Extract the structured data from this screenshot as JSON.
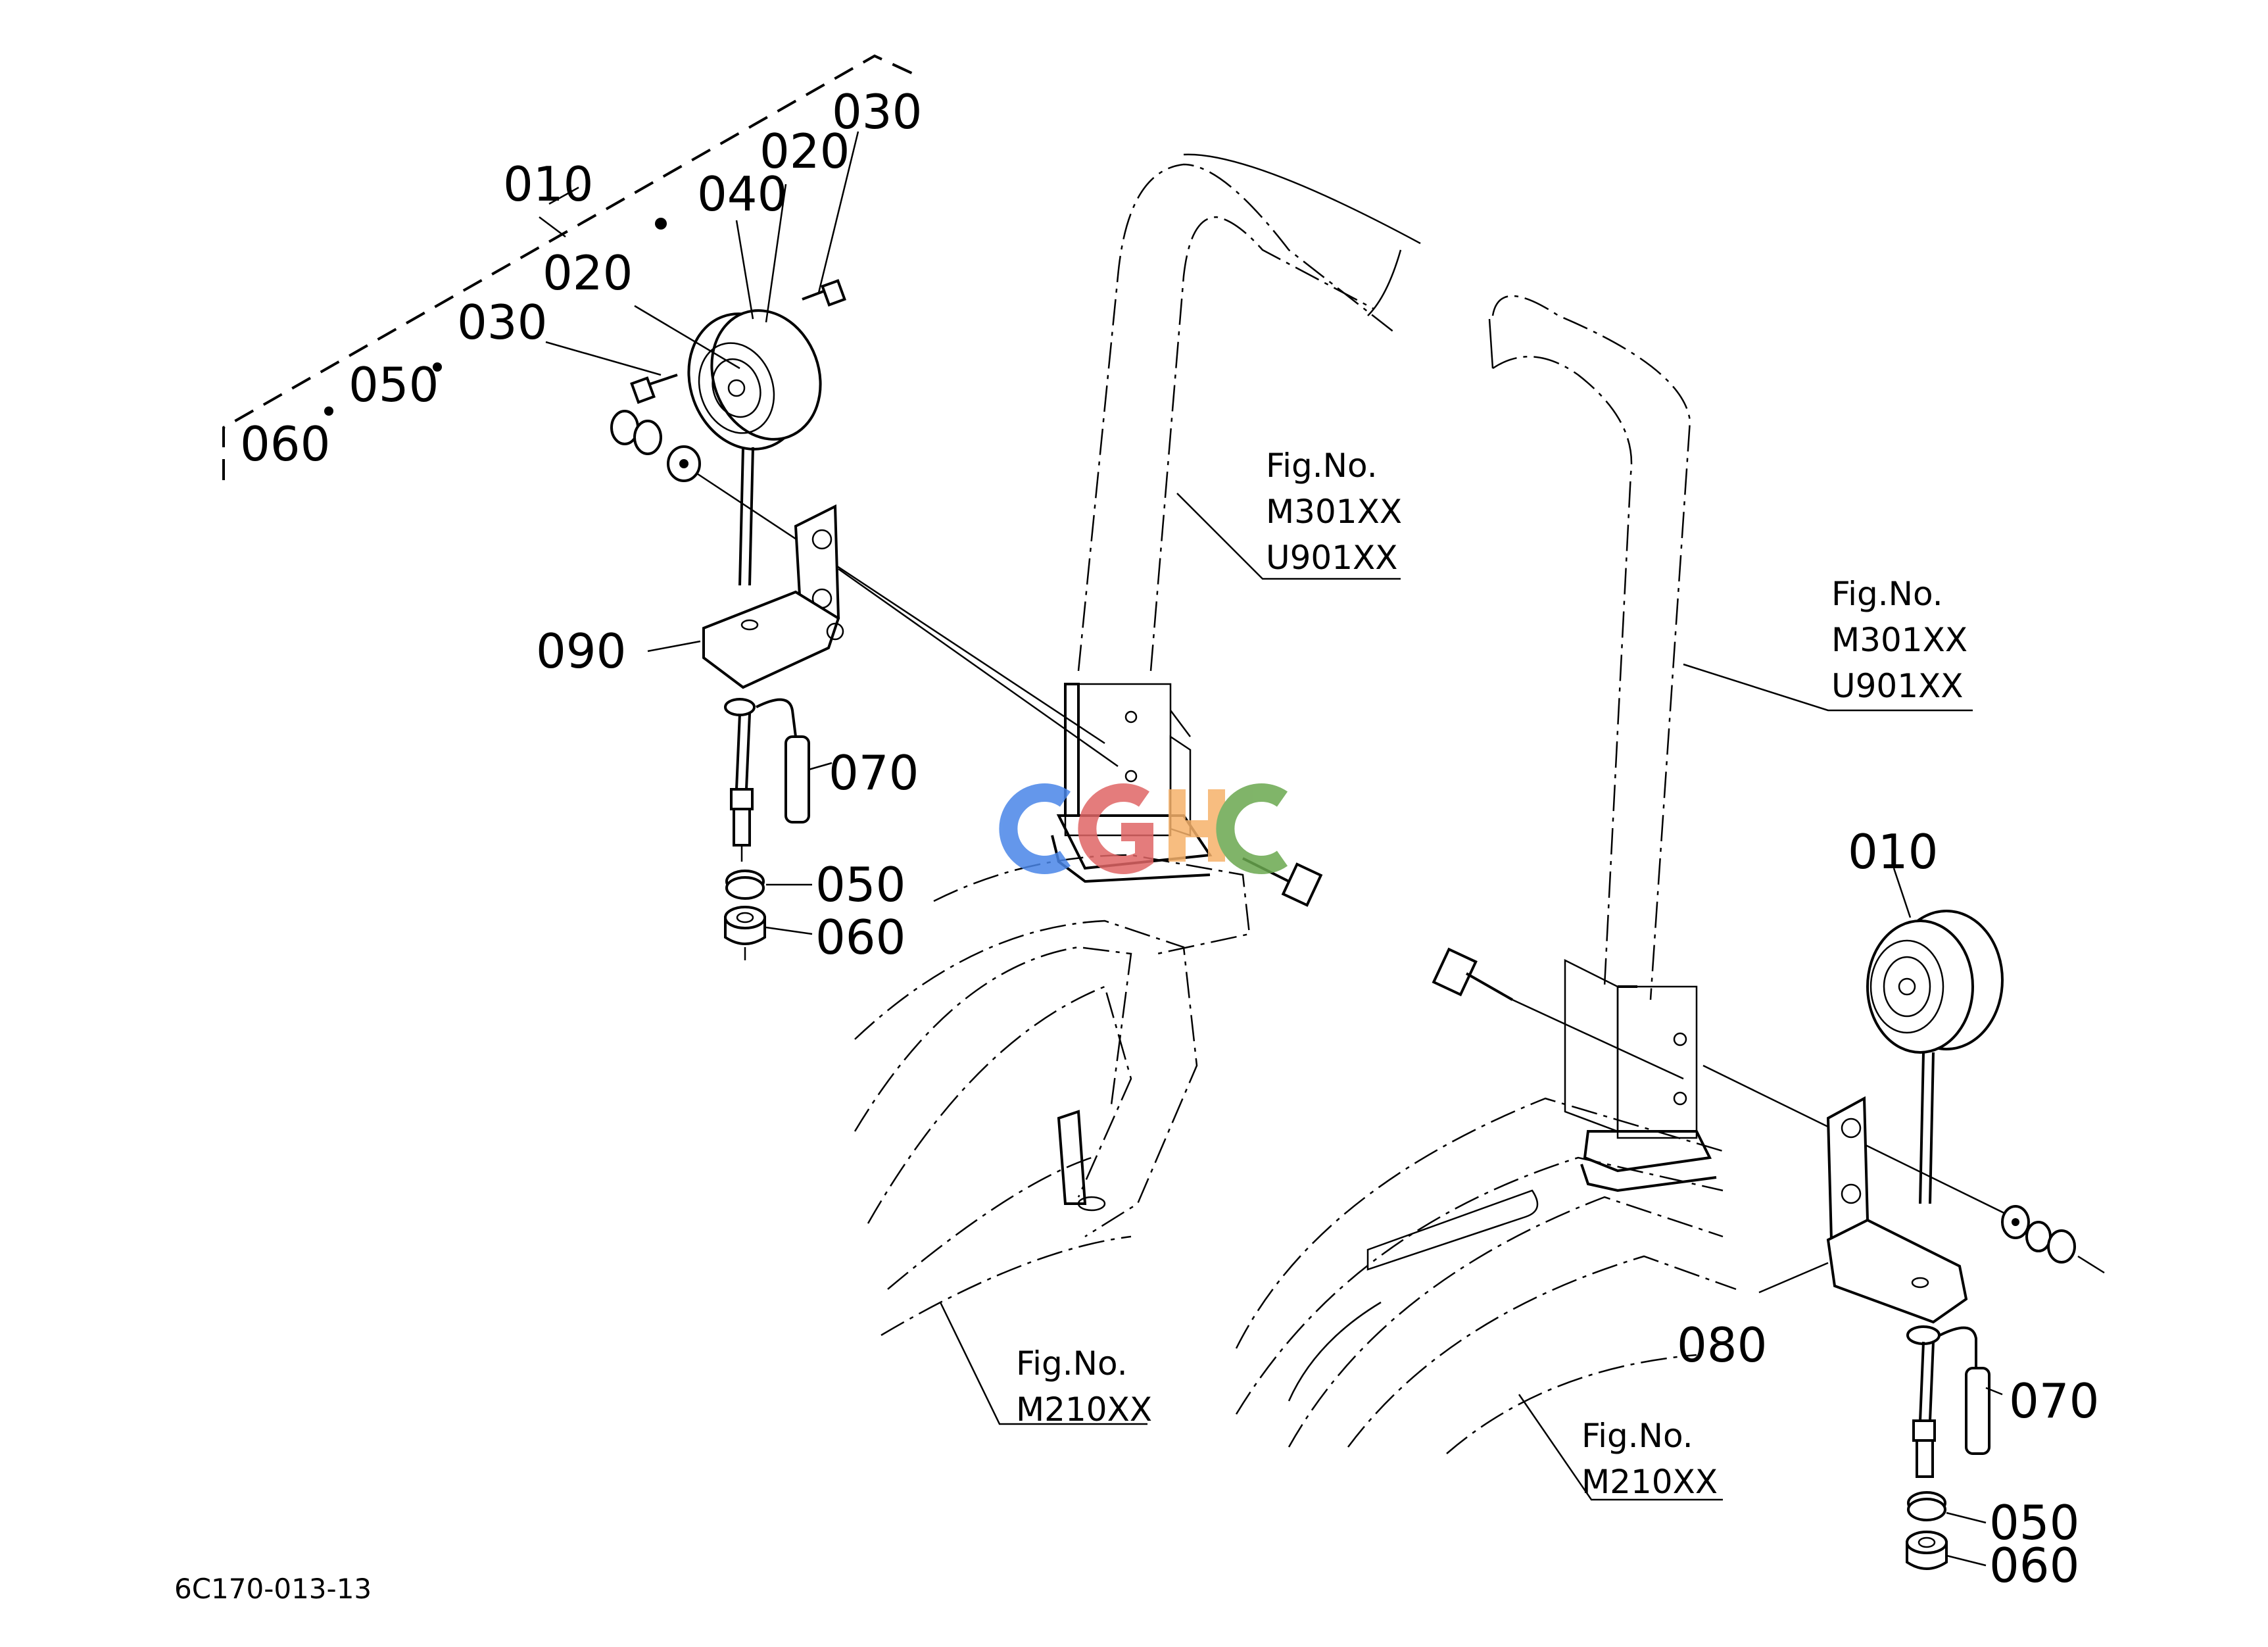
{
  "diagram_id": "6C170-013-13",
  "left_assembly": {
    "callouts": {
      "p010": "010",
      "p020_a": "020",
      "p020_b": "020",
      "p030_a": "030",
      "p030_b": "030",
      "p040": "040",
      "p050_kit": "050",
      "p060_kit": "060",
      "p090": "090",
      "p070": "070",
      "p050": "050",
      "p060": "060"
    },
    "fig_rops": {
      "line1": "Fig.No.",
      "line2": "M301XX",
      "line3": "U901XX"
    },
    "fig_fender": {
      "line1": "Fig.No.",
      "line2": "M210XX"
    }
  },
  "right_assembly": {
    "callouts": {
      "p010": "010",
      "p080": "080",
      "p070": "070",
      "p050": "050",
      "p060": "060"
    },
    "fig_rops": {
      "line1": "Fig.No.",
      "line2": "M301XX",
      "line3": "U901XX"
    },
    "fig_fender": {
      "line1": "Fig.No.",
      "line2": "M210XX"
    }
  },
  "watermark": {
    "colors": [
      "#4a86e8",
      "#e06666",
      "#f6b26b",
      "#6aa84f"
    ]
  }
}
